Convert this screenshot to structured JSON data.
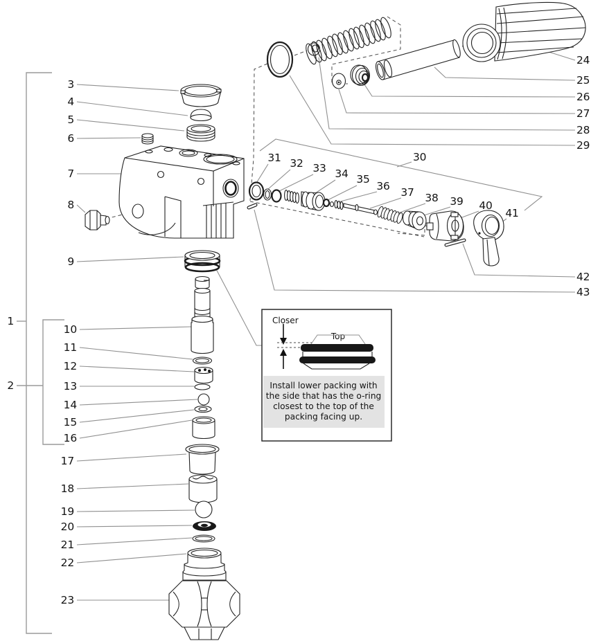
{
  "diagram": {
    "type": "exploded-parts-diagram",
    "callouts": [
      "1",
      "2",
      "3",
      "4",
      "5",
      "6",
      "7",
      "8",
      "9",
      "10",
      "11",
      "12",
      "13",
      "14",
      "15",
      "16",
      "17",
      "18",
      "19",
      "20",
      "21",
      "22",
      "23",
      "24",
      "25",
      "26",
      "27",
      "28",
      "29",
      "30",
      "31",
      "32",
      "33",
      "34",
      "35",
      "36",
      "37",
      "38",
      "39",
      "40",
      "41",
      "42",
      "43"
    ],
    "inset": {
      "closer_label": "Closer",
      "top_label": "Top",
      "note_line1": "Install lower packing with",
      "note_line2": "the side that has the o-ring",
      "note_line3": "closest to the top of the",
      "note_line4": "packing facing up."
    },
    "colors": {
      "outline": "#1f1f1f",
      "leader": "#8f8f8f",
      "label": "#141414",
      "oring": "#181818",
      "panel": "#e3e3e3",
      "background": "#ffffff"
    }
  }
}
